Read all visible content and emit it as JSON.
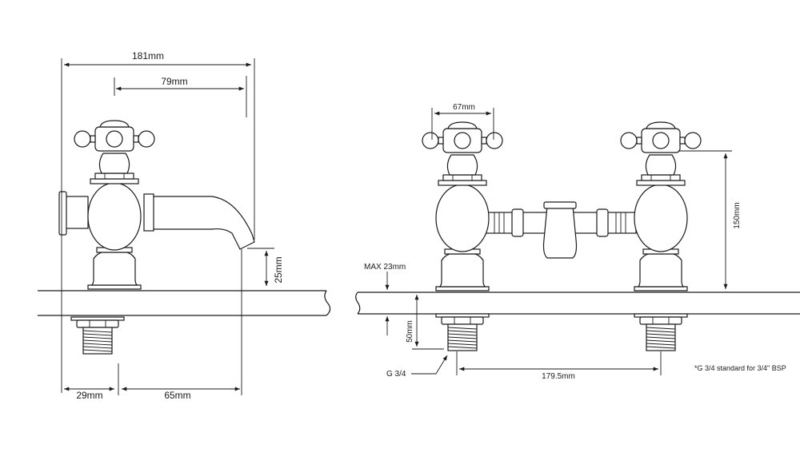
{
  "left_view": {
    "overall_width": "181mm",
    "handle_to_spout": "79mm",
    "spout_height": "25mm",
    "back_to_inlet": "29mm",
    "inlet_to_spout": "65mm"
  },
  "right_view": {
    "handle_width": "67mm",
    "height": "150mm",
    "max_deck": "MAX 23mm",
    "tail_length": "50mm",
    "thread": "G 3/4",
    "centres": "179.5mm",
    "note": "*G 3/4 standard for 3/4\" BSP"
  },
  "colors": {
    "line": "#1a1a1a",
    "background": "#ffffff"
  }
}
